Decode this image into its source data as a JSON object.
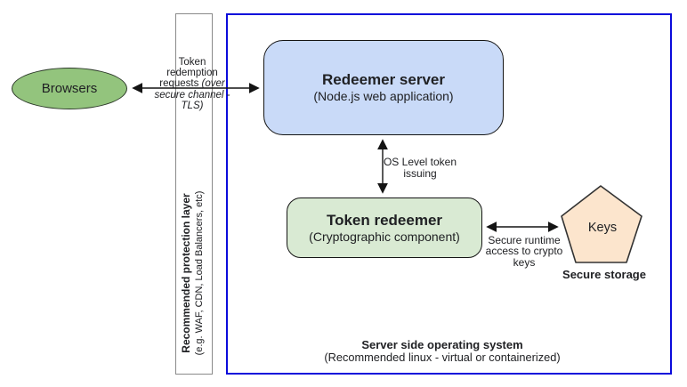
{
  "browsers": {
    "label": "Browsers"
  },
  "protection_layer": {
    "title": "Recommended protection layer",
    "subtitle": "(e.g. WAF, CDN, Load Balancers, etc)"
  },
  "token_redemption_label": {
    "line1": "Token",
    "line2": "redemption",
    "line3_regular": "requests ",
    "line3_italic": "(over",
    "line4": "secure channel -",
    "line5": "TLS)"
  },
  "redeemer_server": {
    "title": "Redeemer server",
    "subtitle": "(Node.js web application)"
  },
  "os_level_label": {
    "line1": "OS Level token",
    "line2": "issuing"
  },
  "token_redeemer": {
    "title": "Token redeemer",
    "subtitle": "(Cryptographic component)"
  },
  "secure_runtime_label": {
    "line1": "Secure runtime",
    "line2": "access to crypto",
    "line3": "keys"
  },
  "keys": {
    "label": "Keys",
    "caption": "Secure storage"
  },
  "os_system": {
    "title": "Server side operating system",
    "subtitle": "(Recommended linux - virtual or containerized)"
  },
  "colors": {
    "browsers_fill": "#93c47d",
    "redeemer_fill": "#c9daf8",
    "token_redeemer_fill": "#d9ead3",
    "keys_fill": "#fce5cd",
    "os_boundary_border": "#0b0bdb",
    "protection_border": "#8a8a8a",
    "text": "#202124"
  }
}
